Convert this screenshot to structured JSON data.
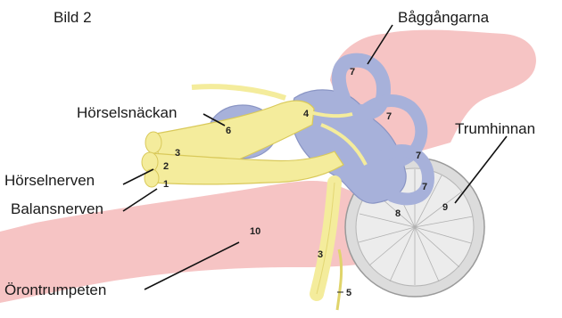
{
  "figure_label": "Bild 2",
  "labels": {
    "horselsnackan": "Hörselsnäckan",
    "horselnerven": "Hörselnerven",
    "balansnerven": "Balansnerven",
    "orontrumpeten": "Örontrumpeten",
    "baggangarna": "Båggångarna",
    "trumhinnan": "Trumhinnan"
  },
  "numbers": {
    "n1": "1",
    "n2": "2",
    "n3a": "3",
    "n3b": "3",
    "n4": "4",
    "n5": "5",
    "n6": "6",
    "n7a": "7",
    "n7b": "7",
    "n7c": "7",
    "n7d": "7",
    "n8": "8",
    "n9": "9",
    "n10": "10"
  },
  "colors": {
    "nerve_yellow": "#f4ec9c",
    "nerve_outline": "#d9c95a",
    "labyrinth_blue": "#a7b1da",
    "labyrinth_outline": "#8a95c4",
    "tissue_pink": "#f6c4c4",
    "eardrum_grey": "#dcdcdc"
  }
}
